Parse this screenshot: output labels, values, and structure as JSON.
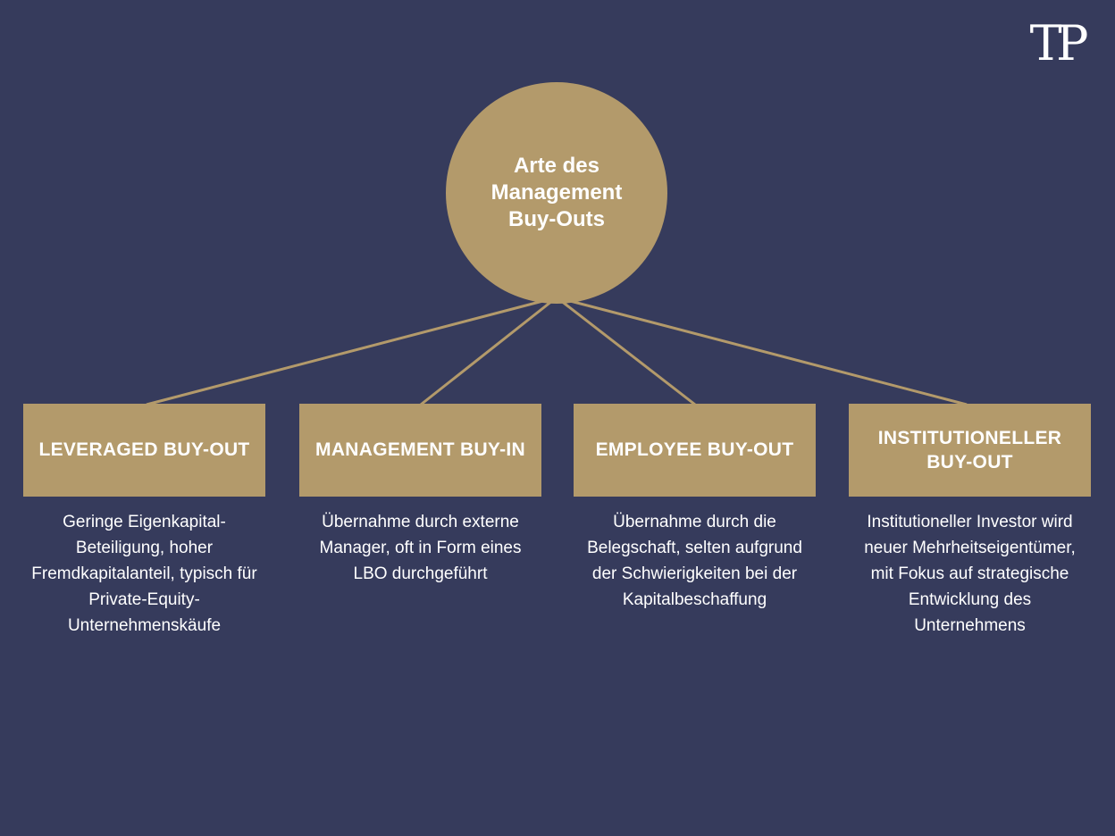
{
  "colors": {
    "background": "#363B5C",
    "accent": "#B39A6B",
    "text": "#FFFFFF"
  },
  "logo": {
    "text": "TP"
  },
  "root": {
    "title": "Arte des\nManagement\nBuy-Outs"
  },
  "branches": [
    {
      "title": "LEVERAGED BUY-OUT",
      "description": "Geringe Eigenkapital-Beteiligung, hoher Fremdkapitalanteil, typisch für Private-Equity-Unternehmenskäufe"
    },
    {
      "title": "MANAGEMENT BUY-IN",
      "description": "Übernahme durch externe Manager, oft in Form eines LBO durchgeführt"
    },
    {
      "title": "EMPLOYEE BUY-OUT",
      "description": "Übernahme durch die Belegschaft, selten aufgrund der Schwierigkeiten bei der Kapitalbeschaffung"
    },
    {
      "title": "INSTITUTIONELLER BUY-OUT",
      "description": "Institutioneller Investor wird neuer Mehrheitseigentümer, mit Fokus auf strategische Entwicklung des Unternehmens"
    }
  ]
}
